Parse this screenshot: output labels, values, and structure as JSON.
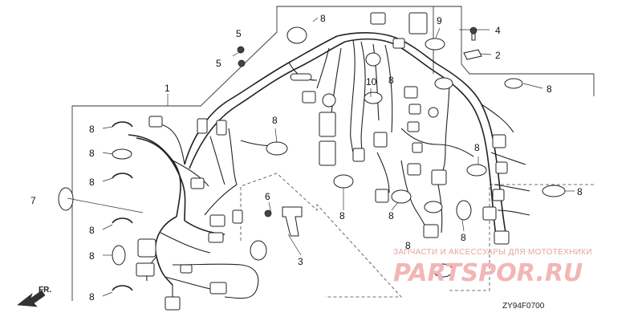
{
  "diagram": {
    "callouts": {
      "c1": "1",
      "c2": "2",
      "c3": "3",
      "c4": "4",
      "c5": "5",
      "c6": "6",
      "c7": "7",
      "c8": "8",
      "c9": "9",
      "c10": "10"
    },
    "direction_label": "FR.",
    "drawing_code": "ZY94F0700"
  },
  "watermark": {
    "subtitle": "ЗАПЧАСТИ И АКСЕССУАРЫ ДЛЯ МОТОТЕХНИКИ",
    "brand": "PARTSPOR.RU",
    "color": "#e8a0a0"
  }
}
